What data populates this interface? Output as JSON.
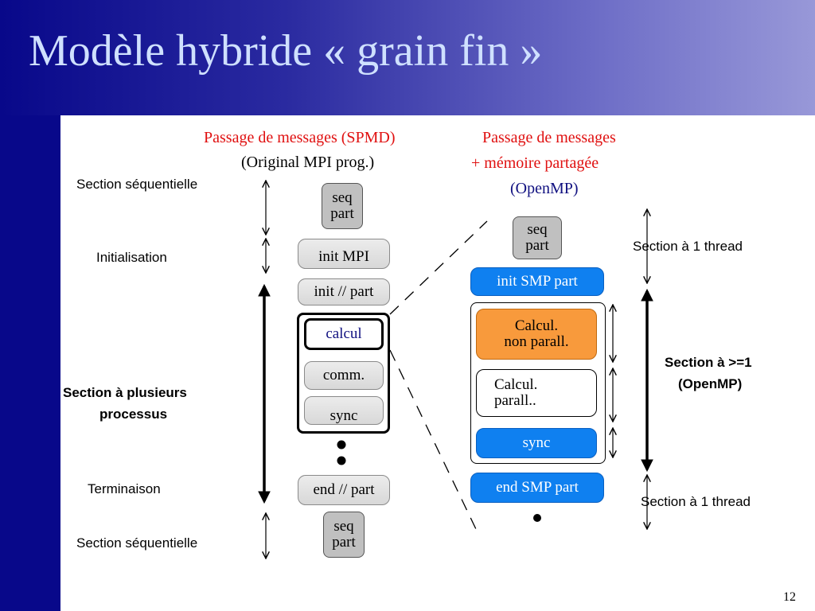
{
  "title": "Modèle hybride « grain fin »",
  "page_number": "12",
  "headers": {
    "spmd_line1": "Passage de messages (SPMD)",
    "spmd_line2": "(Original MPI prog.)",
    "hybrid_line1": "Passage de messages",
    "hybrid_line2": "+ mémoire partagée",
    "hybrid_line3": "(OpenMP)"
  },
  "left_labels": {
    "seq_top": "Section séquentielle",
    "init": "Initialisation",
    "multi_line1": "Section à plusieurs",
    "multi_line2": "processus",
    "term": "Terminaison",
    "seq_bottom": "Section séquentielle"
  },
  "spmd_boxes": {
    "seq_top": [
      "seq",
      "part"
    ],
    "init_mpi": "init MPI",
    "init_par": "init // part",
    "calcul": "calcul",
    "comm": "comm.",
    "sync": "sync",
    "end_par": "end // part",
    "seq_bottom": [
      "seq",
      "part"
    ]
  },
  "hybrid_boxes": {
    "seq": [
      "seq",
      "part"
    ],
    "init_smp": "init SMP part",
    "calcul_nonpar": [
      "Calcul.",
      "non parall."
    ],
    "calcul_par": [
      "Calcul.",
      "parall.."
    ],
    "sync": "sync",
    "end_smp": "end SMP part"
  },
  "right_labels": {
    "one_thread_top": "Section à 1 thread",
    "multi_line1": "Section à >=1",
    "multi_line2": "(OpenMP)",
    "one_thread_bottom": "Section à 1 thread"
  },
  "colors": {
    "header_dark": "#08088a",
    "red_text": "#e01010",
    "navy_text": "#101080",
    "smp_blue": "#0f80f0",
    "orange": "#f89a3c"
  }
}
